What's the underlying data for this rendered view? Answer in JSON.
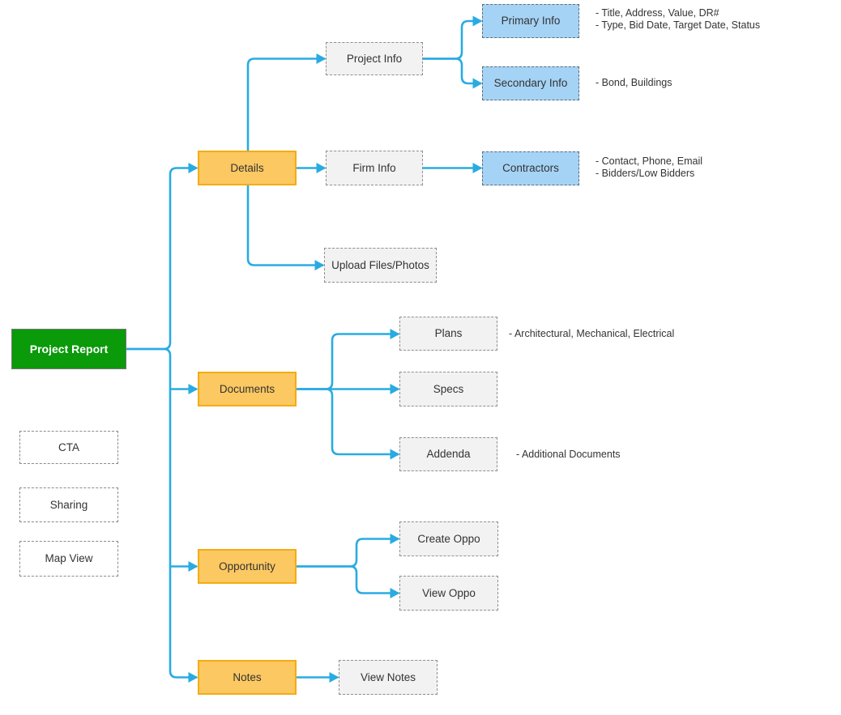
{
  "diagram_title": "Project Report flowchart",
  "colors": {
    "connector_blue": "#29abe2",
    "root_green_fill": "#0a9a0a",
    "branch_orange_fill": "#fbc862",
    "branch_orange_border": "#f5ac12",
    "sub_blue_fill": "#a5d3f6",
    "sub_gray_fill": "#f2f2f2"
  },
  "nodes": {
    "project_report": {
      "label": "Project Report"
    },
    "details": {
      "label": "Details"
    },
    "documents": {
      "label": "Documents"
    },
    "opportunity": {
      "label": "Opportunity"
    },
    "notes": {
      "label": "Notes"
    },
    "project_info": {
      "label": "Project Info"
    },
    "firm_info": {
      "label": "Firm Info"
    },
    "upload_files": {
      "label": "Upload Files/Photos"
    },
    "primary_info": {
      "label": "Primary Info"
    },
    "secondary_info": {
      "label": "Secondary Info"
    },
    "contractors": {
      "label": "Contractors"
    },
    "plans": {
      "label": "Plans"
    },
    "specs": {
      "label": "Specs"
    },
    "addenda": {
      "label": "Addenda"
    },
    "create_oppo": {
      "label": "Create Oppo"
    },
    "view_oppo": {
      "label": "View Oppo"
    },
    "view_notes": {
      "label": "View Notes"
    },
    "cta": {
      "label": "CTA"
    },
    "sharing": {
      "label": "Sharing"
    },
    "map_view": {
      "label": "Map View"
    }
  },
  "annotations": {
    "primary_info": [
      "- Title, Address, Value, DR#",
      "- Type, Bid Date, Target Date, Status"
    ],
    "secondary_info": [
      "- Bond, Buildings"
    ],
    "contractors": [
      "- Contact, Phone, Email",
      "- Bidders/Low Bidders"
    ],
    "plans": [
      "- Architectural, Mechanical, Electrical"
    ],
    "addenda": [
      "- Additional Documents"
    ]
  }
}
